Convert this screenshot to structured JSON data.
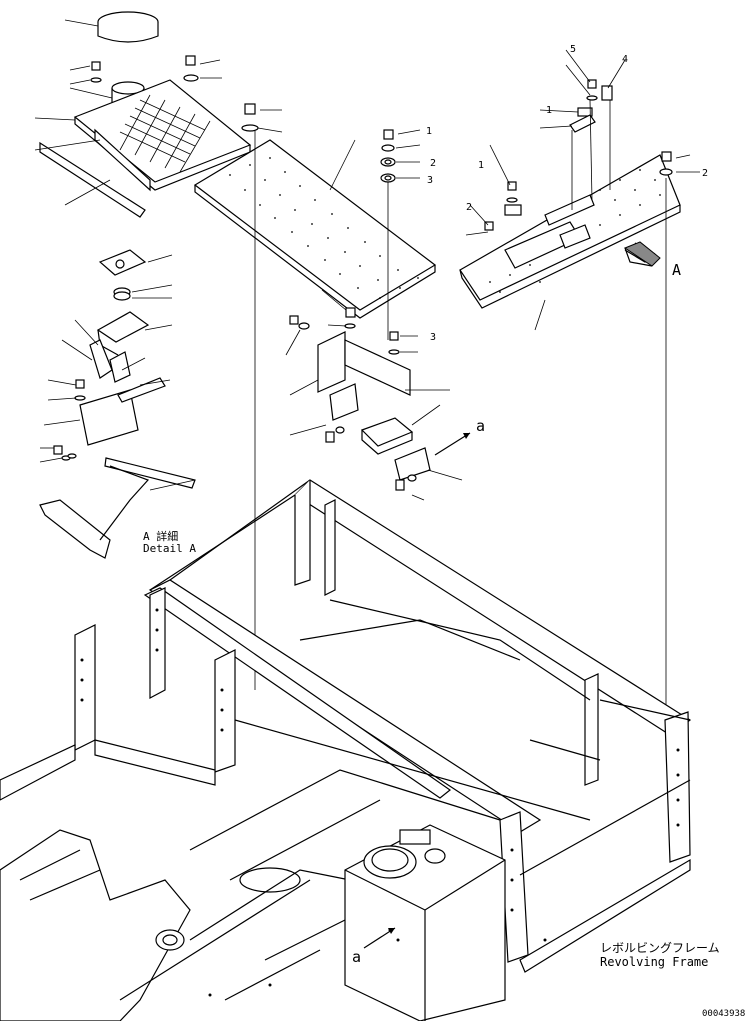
{
  "labels": {
    "view_letter": "A",
    "detail_jp": "A 詳細",
    "detail_en": "Detail A",
    "arrow_a_upper": "a",
    "arrow_a_lower": "a",
    "frame_jp": "レボルビングフレーム",
    "frame_en": "Revolving Frame",
    "drawing_number": "00043938"
  },
  "callouts": [
    "1",
    "2",
    "3",
    "5",
    "4",
    "1",
    "2",
    "1",
    "2",
    "3"
  ]
}
